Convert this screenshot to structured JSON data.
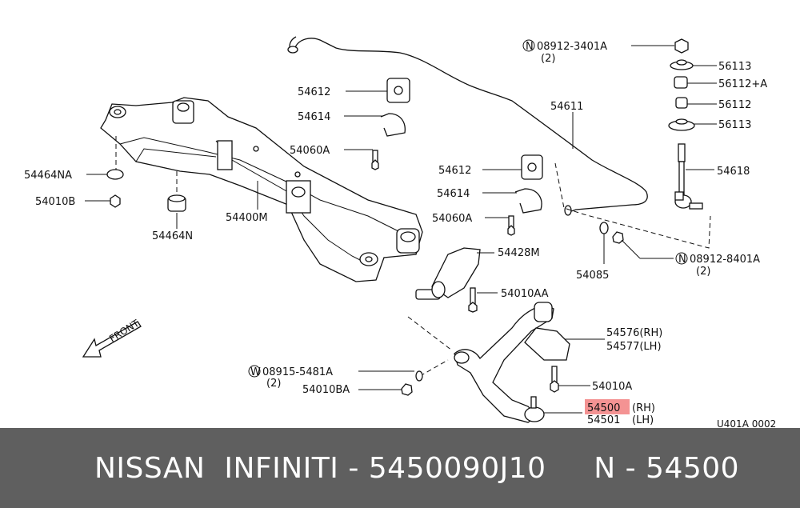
{
  "highlight_color": "#f28080",
  "footer": {
    "title": "NISSAN  INFINITI - 5450090J10     N - 54500",
    "background": "#5f5f5f"
  },
  "diagram": {
    "ref_code": "U401A 0002",
    "front_label": "FRONT",
    "labels": [
      {
        "id": "l1",
        "text": "08912-3401A",
        "prefix": "N"
      },
      {
        "id": "l1q",
        "text": "(2)"
      },
      {
        "id": "l2",
        "text": "56113"
      },
      {
        "id": "l3",
        "text": "56112+A"
      },
      {
        "id": "l4",
        "text": "56112"
      },
      {
        "id": "l5",
        "text": "56113"
      },
      {
        "id": "l6",
        "text": "54612"
      },
      {
        "id": "l7",
        "text": "54611"
      },
      {
        "id": "l8",
        "text": "54614"
      },
      {
        "id": "l9",
        "text": "54060A"
      },
      {
        "id": "l10",
        "text": "54618"
      },
      {
        "id": "l11",
        "text": "54612"
      },
      {
        "id": "l12",
        "text": "54464NA"
      },
      {
        "id": "l13",
        "text": "54614"
      },
      {
        "id": "l14",
        "text": "54010B"
      },
      {
        "id": "l15",
        "text": "54060A"
      },
      {
        "id": "l16",
        "text": "54400M"
      },
      {
        "id": "l17",
        "text": "54464N"
      },
      {
        "id": "l18",
        "text": "08912-8401A",
        "prefix": "N"
      },
      {
        "id": "l18q",
        "text": "(2)"
      },
      {
        "id": "l19",
        "text": "54428M"
      },
      {
        "id": "l20",
        "text": "54085"
      },
      {
        "id": "l21",
        "text": "54010AA"
      },
      {
        "id": "l22",
        "text": "54576(RH)"
      },
      {
        "id": "l23",
        "text": "54577(LH)"
      },
      {
        "id": "l24",
        "text": "08915-5481A",
        "prefix": "W"
      },
      {
        "id": "l24q",
        "text": "(2)"
      },
      {
        "id": "l25",
        "text": "54010A"
      },
      {
        "id": "l26",
        "text": "54010BA"
      },
      {
        "id": "l27",
        "text": "54500",
        "highlight": true
      },
      {
        "id": "l27s",
        "text": "(RH)"
      },
      {
        "id": "l28",
        "text": "54501"
      },
      {
        "id": "l28s",
        "text": "(LH)"
      }
    ]
  }
}
